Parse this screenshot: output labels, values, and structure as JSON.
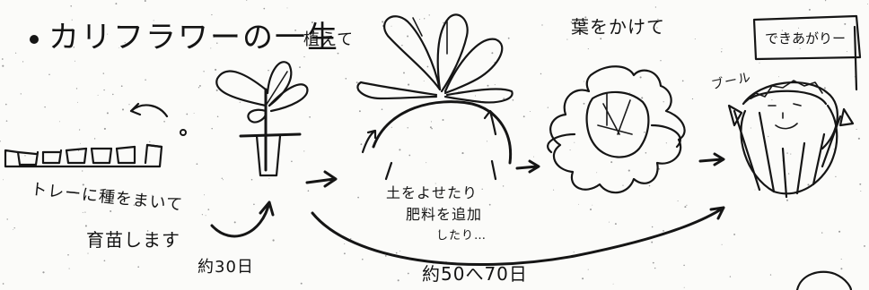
{
  "title": "カリフラワーの一生",
  "bullet": "•",
  "steps": {
    "tray": {
      "text_line1": "トレーに種をまいて",
      "text_line2": "育苗します"
    },
    "transplant": {
      "label": "植えて"
    },
    "soil": {
      "text_line1": "土をよせたり",
      "text_line2": "肥料を追加",
      "text_line3": "したり…"
    },
    "cover": {
      "label": "葉をかけて"
    },
    "done": {
      "flag": "できあがりー",
      "sound": "ブール"
    }
  },
  "durations": {
    "seedling": "約30日",
    "growth": "約50へ70日"
  },
  "icons": [
    "curved-arrow-icon",
    "right-arrow-icon",
    "seedling-icon",
    "cauliflower-icon",
    "flag-icon"
  ]
}
